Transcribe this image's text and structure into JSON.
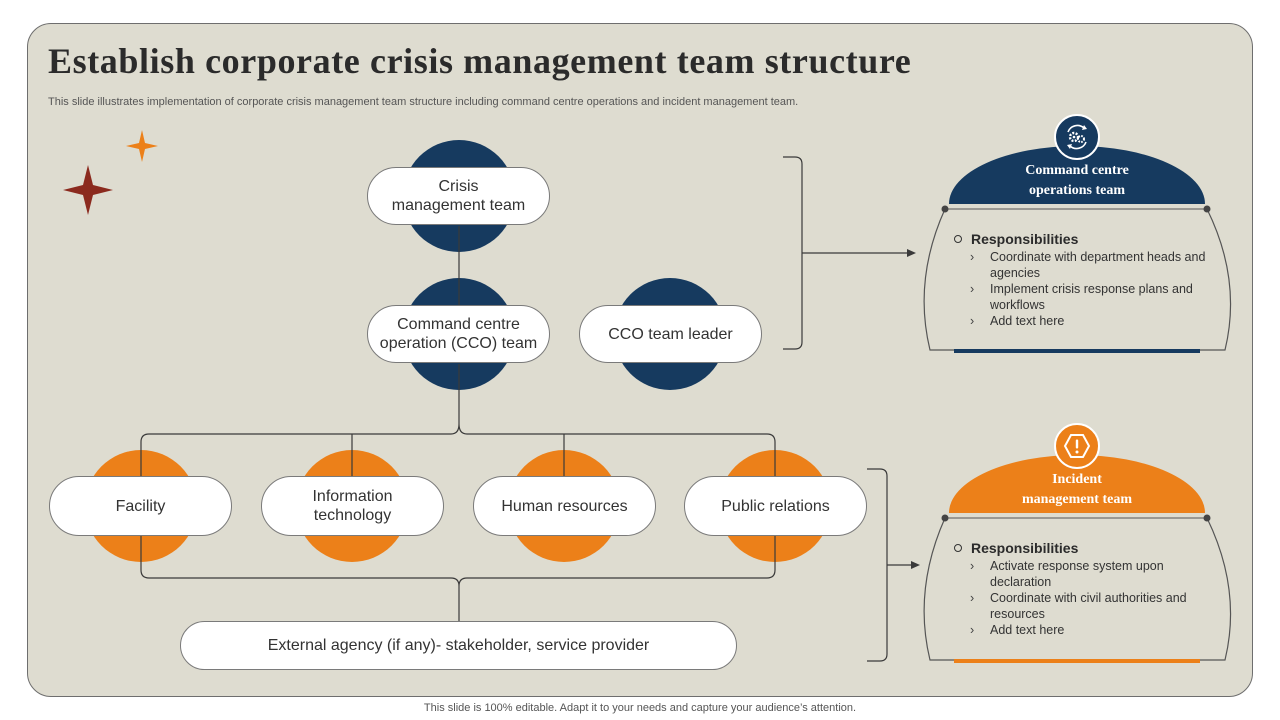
{
  "title": "Establish corporate crisis management team structure",
  "subtitle": "This slide illustrates implementation of corporate crisis management team structure including command centre operations and incident management team.",
  "footer": "This slide is 100% editable. Adapt it to your needs and capture your audience’s attention.",
  "colors": {
    "navy": "#163a5f",
    "orange": "#ec8019",
    "background": "#dedcd0",
    "star_red": "#8b2a1e"
  },
  "nodes": {
    "crisis": "Crisis\nmanagement team",
    "cco": "Command centre\noperation (CCO) team",
    "leader": "CCO team leader",
    "facility": "Facility",
    "it": "Information\ntechnology",
    "hr": "Human resources",
    "pr": "Public relations",
    "external": "External agency (if any)- stakeholder, service provider"
  },
  "panels": {
    "command": {
      "icon": "gears-cycle-icon",
      "title_line1": "Command centre",
      "title_line2": "operations team",
      "resp_title": "Responsibilities",
      "items": [
        "Coordinate with department heads and agencies",
        "Implement crisis response plans and workflows",
        "Add text here"
      ]
    },
    "incident": {
      "icon": "warning-hexagon-icon",
      "title_line1": "Incident",
      "title_line2": "management team",
      "resp_title": "Responsibilities",
      "items": [
        "Activate response system upon declaration",
        "Coordinate with civil authorities and resources",
        "Add text here"
      ]
    }
  }
}
